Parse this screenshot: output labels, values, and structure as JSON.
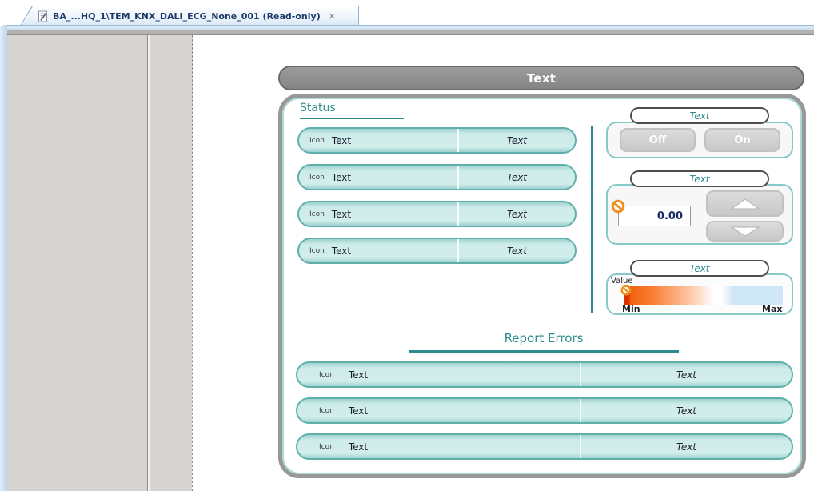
{
  "tab": {
    "icon": "document-icon",
    "title": "BA_...HQ_1\\TEM_KNX_DALI_ECG_None_001 (Read-only)",
    "close_label": "✕"
  },
  "header": {
    "title": "Text"
  },
  "status": {
    "label": "Status",
    "rows": [
      {
        "icon_label": "Icon",
        "text": "Text",
        "value": "Text"
      },
      {
        "icon_label": "Icon",
        "text": "Text",
        "value": "Text"
      },
      {
        "icon_label": "Icon",
        "text": "Text",
        "value": "Text"
      },
      {
        "icon_label": "Icon",
        "text": "Text",
        "value": "Text"
      }
    ]
  },
  "controls": {
    "switch": {
      "label": "Text",
      "off_label": "Off",
      "on_label": "On"
    },
    "spinner": {
      "label": "Text",
      "value": "0.00"
    },
    "range": {
      "label": "Text",
      "value_label": "Value",
      "min_label": "Min",
      "max_label": "Max"
    }
  },
  "report": {
    "label": "Report Errors",
    "rows": [
      {
        "icon_label": "Icon",
        "text": "Text",
        "value": "Text"
      },
      {
        "icon_label": "Icon",
        "text": "Text",
        "value": "Text"
      },
      {
        "icon_label": "Icon",
        "text": "Text",
        "value": "Text"
      }
    ]
  },
  "colors": {
    "teal": "#2e8c8e",
    "pill_border": "#5fb0ad",
    "pill_fill": "#cdebe9",
    "header_gray": "#8f8f8f",
    "accent_orange": "#ef8f1c",
    "value_navy": "#1c2c66"
  }
}
